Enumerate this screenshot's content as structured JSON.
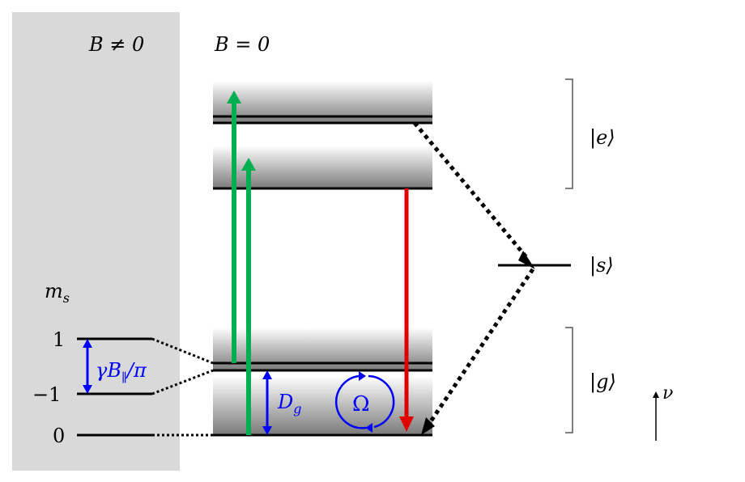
{
  "headers": {
    "b_nonzero": "B ≠ 0",
    "b_zero": "B = 0"
  },
  "spin_label": "m",
  "spin_label_sub": "s",
  "levels": {
    "plus_one": "1",
    "minus_one": "−1",
    "zero": "0"
  },
  "zeeman_label": "γB",
  "zeeman_label_sub": "∥",
  "zeeman_label_tail": "/π",
  "zfs_label": "D",
  "zfs_label_sub": "g",
  "rabi_label": "Ω",
  "states": {
    "excited": "|e⟩",
    "singlet": "|s⟩",
    "ground": "|g⟩"
  },
  "frequency_axis_label": "ν",
  "colors": {
    "panel": "#d9d9d9",
    "green": "#00b050",
    "red": "#e00000",
    "blue": "#0000ff"
  }
}
